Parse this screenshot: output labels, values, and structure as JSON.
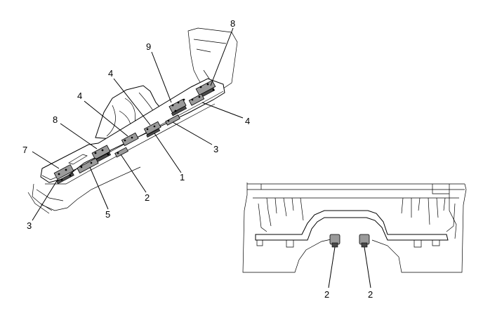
{
  "left_view": {
    "callouts": [
      {
        "id": "c-8-top",
        "label": "8"
      },
      {
        "id": "c-9",
        "label": "9"
      },
      {
        "id": "c-4-top",
        "label": "4"
      },
      {
        "id": "c-4-left",
        "label": "4"
      },
      {
        "id": "c-4-right",
        "label": "4"
      },
      {
        "id": "c-8-left",
        "label": "8"
      },
      {
        "id": "c-7",
        "label": "7"
      },
      {
        "id": "c-3-right",
        "label": "3"
      },
      {
        "id": "c-1",
        "label": "1"
      },
      {
        "id": "c-2",
        "label": "2"
      },
      {
        "id": "c-5",
        "label": "5"
      },
      {
        "id": "c-3-left",
        "label": "3"
      }
    ]
  },
  "right_view": {
    "callouts": [
      {
        "id": "c-2-a",
        "label": "2"
      },
      {
        "id": "c-2-b",
        "label": "2"
      }
    ]
  }
}
